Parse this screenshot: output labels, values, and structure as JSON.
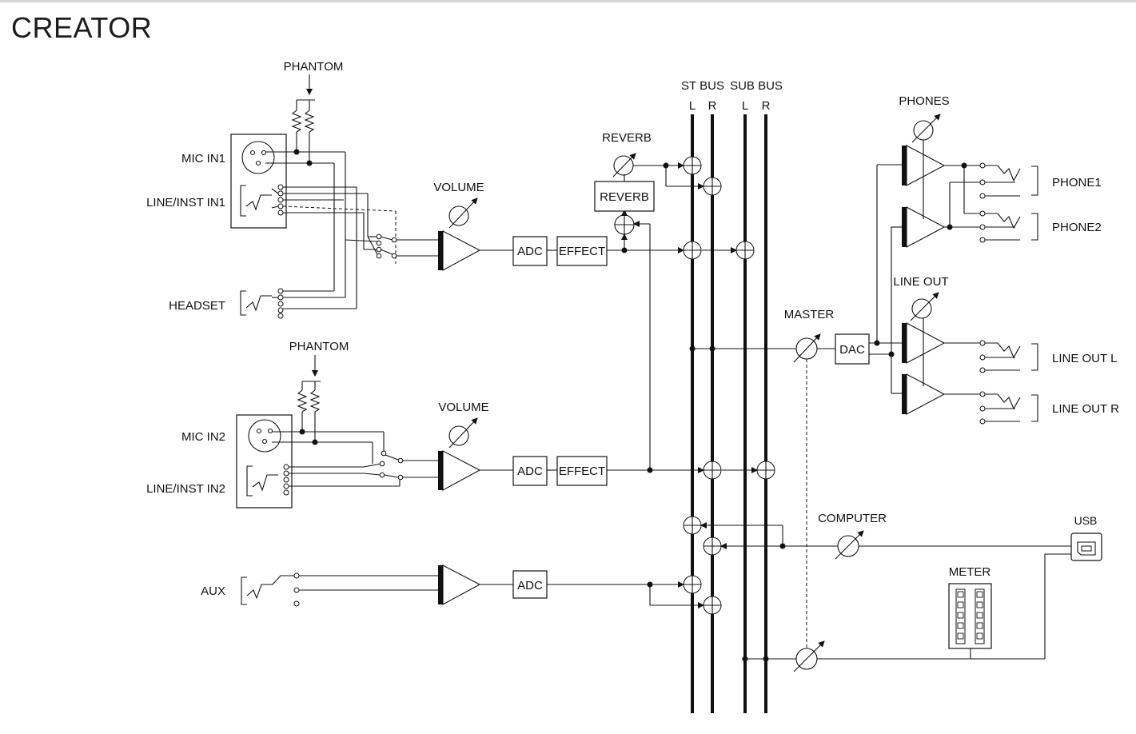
{
  "title": "CREATOR",
  "labels": {
    "phantom_1": "PHANTOM",
    "phantom_2": "PHANTOM",
    "mic_in1": "MIC IN1",
    "line_inst_in1": "LINE/INST IN1",
    "headset": "HEADSET",
    "mic_in2": "MIC IN2",
    "line_inst_in2": "LINE/INST IN2",
    "aux": "AUX",
    "volume_1": "VOLUME",
    "volume_2": "VOLUME",
    "reverb_knob": "REVERB",
    "st_bus": "ST BUS",
    "sub_bus": "SUB BUS",
    "st_l": "L",
    "st_r": "R",
    "sub_l": "L",
    "sub_r": "R",
    "master": "MASTER",
    "computer": "COMPUTER",
    "usb": "USB",
    "meter": "METER",
    "phones": "PHONES",
    "line_out": "LINE OUT",
    "phone1": "PHONE1",
    "phone2": "PHONE2",
    "line_out_l": "LINE OUT L",
    "line_out_r": "LINE OUT R"
  },
  "boxes": {
    "adc_1": "ADC",
    "effect_1": "EFFECT",
    "adc_2": "ADC",
    "effect_2": "EFFECT",
    "adc_3": "ADC",
    "reverb_box": "REVERB",
    "dac": "DAC"
  }
}
